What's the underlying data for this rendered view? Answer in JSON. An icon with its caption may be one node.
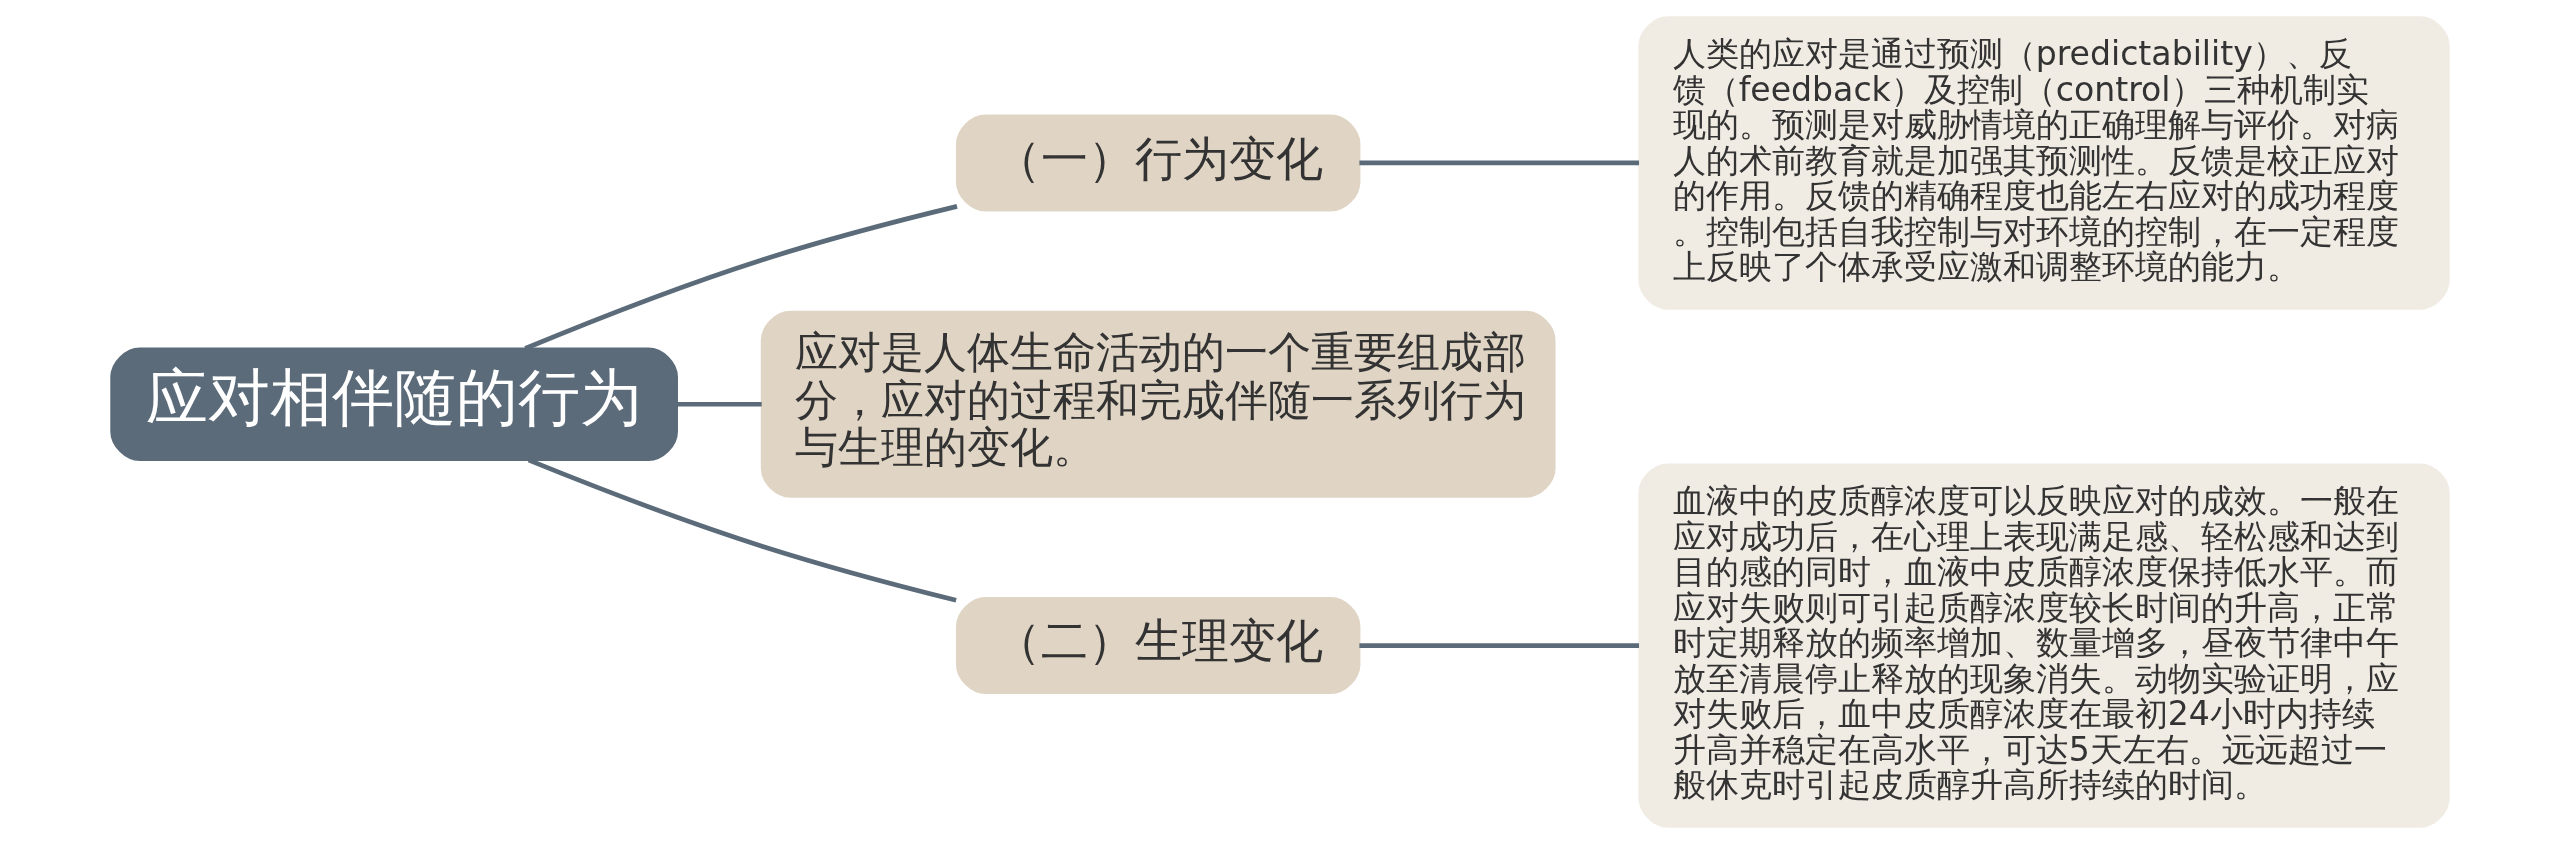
{
  "diagram": {
    "nodes": [
      {
        "text": [
          "应对相伴随的行为"
        ]
      },
      {
        "text": [
          "（一）行为变化"
        ]
      },
      {
        "text": [
          "人类的应对是通过预测（predictability）、反馈（feedback）及控制（control）三种机制实现的。预测是对威胁情境的正确理解与评价。对病人的术前教育就是加强其预测性。反馈是校正应对的作用。反馈的精确程度也能左右应对的成功程度。控制包括自我控制与对环境的控制，在一定程度上反映了个体承受应激和调整环境的能力。"
        ]
      },
      {
        "text": [
          "应对是人体生命活动的一个重要组成部分，应对的过程和完成伴随一系列行为与生理的变化。"
        ]
      },
      {
        "text": [
          "（二）生理变化"
        ]
      },
      {
        "text": [
          "血液中的皮质醇浓度可以反映应对的成效。一般在应对成功后，在心理上表现满足感、轻松感和达到目的感的同时，血液中皮质醇浓度保持低水平。而应对失败则可引起质醇浓度较长时间的升高，正常时定期释放的频率增加、数量增多，昼夜节律中午放至清晨停止释放的现象消失。动物实验证明，应对失败后，血中皮质醇浓度在最初24小时内持续升高并稳定在高水平，可达5天左右。远远超过一般休克时引起皮质醇升高所持续的时间。"
        ]
      }
    ],
    "edges": [
      {
        "from": 0,
        "to": 1,
        "arrow": "none"
      },
      {
        "from": 1,
        "to": 2,
        "arrow": "none"
      },
      {
        "from": 0,
        "to": 3,
        "arrow": "none"
      },
      {
        "from": 0,
        "to": 4,
        "arrow": "none"
      },
      {
        "from": 4,
        "to": 5,
        "arrow": "none"
      }
    ]
  }
}
